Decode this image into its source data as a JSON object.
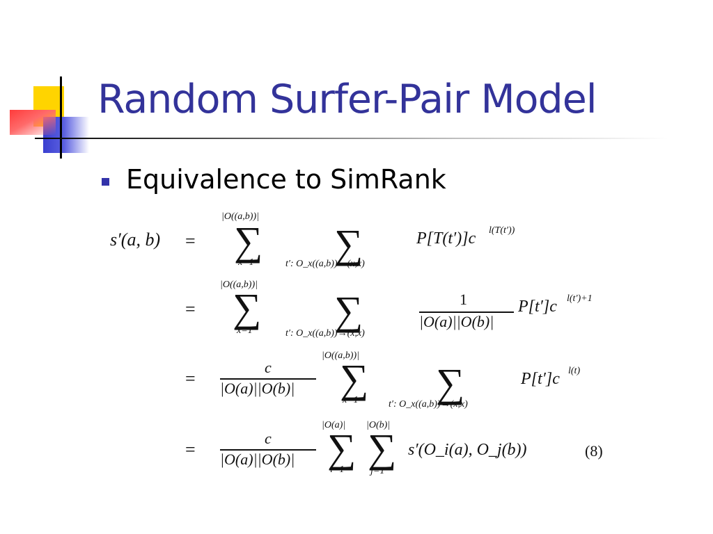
{
  "slide": {
    "title": "Random Surfer-Pair Model",
    "bullet": "Equivalence to SimRank"
  },
  "equation": {
    "lhs": "s′(a, b)",
    "rows": [
      {
        "relation": "=",
        "sum1_upper": "|O((a,b))|",
        "sum1_lower": "x=1",
        "sum2_lower": "t′: O_x((a,b))→(x,x)",
        "expr": "P[T(t′)]c",
        "expr_sup": "l(T(t′))"
      },
      {
        "relation": "=",
        "sum1_upper": "|O((a,b))|",
        "sum1_lower": "x=1",
        "sum2_lower": "t′: O_x((a,b))→(x,x)",
        "frac_num": "1",
        "frac_den": "|O(a)||O(b)|",
        "expr": "P[t′]c",
        "expr_sup": "l(t′)+1"
      },
      {
        "relation": "=",
        "frac_num": "c",
        "frac_den": "|O(a)||O(b)|",
        "sum1_upper": "|O((a,b))|",
        "sum1_lower": "x=1",
        "sum2_lower": "t′: O_x((a,b))→(x,x)",
        "expr": "P[t′]c",
        "expr_sup": "l(t)"
      },
      {
        "relation": "=",
        "frac_num": "c",
        "frac_den": "|O(a)||O(b)|",
        "sum1_upper": "|O(a)|",
        "sum1_lower": "i=1",
        "sum2_upper": "|O(b)|",
        "sum2_lower": "j=1",
        "expr": "s′(O_i(a), O_j(b))",
        "tag": "(8)"
      }
    ],
    "sigma_glyph": "∑"
  }
}
